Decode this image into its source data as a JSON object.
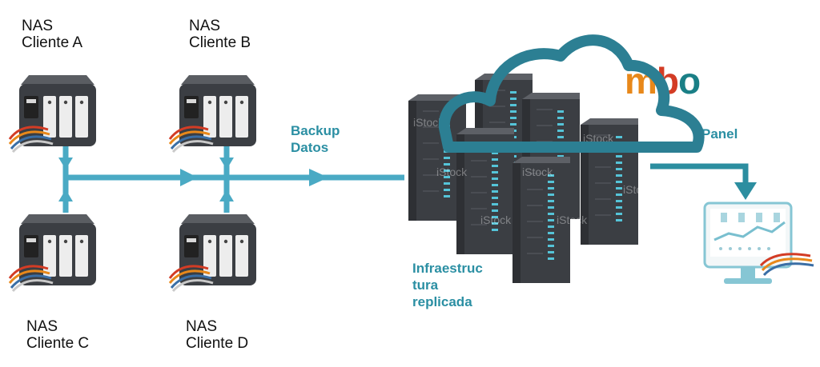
{
  "clients": {
    "a": "NAS\nCliente A",
    "b": "NAS\nCliente B",
    "c": "NAS\nCliente C",
    "d": "NAS\nCliente D"
  },
  "flow_label": "Backup\nDatos",
  "infra_label": "Infraestruc\ntura\nreplicada",
  "panel_label": "Panel",
  "logo": {
    "m": "m",
    "b": "b",
    "o": "o"
  },
  "watermark": "iStock",
  "colors": {
    "flow": "#4aaac4",
    "teal_text": "#2b8fa3",
    "cloud": "#2c7f93",
    "logo_m": "#e8881a",
    "logo_b": "#d33c25",
    "logo_o": "#1a7f86",
    "server": "#3b3e43"
  }
}
